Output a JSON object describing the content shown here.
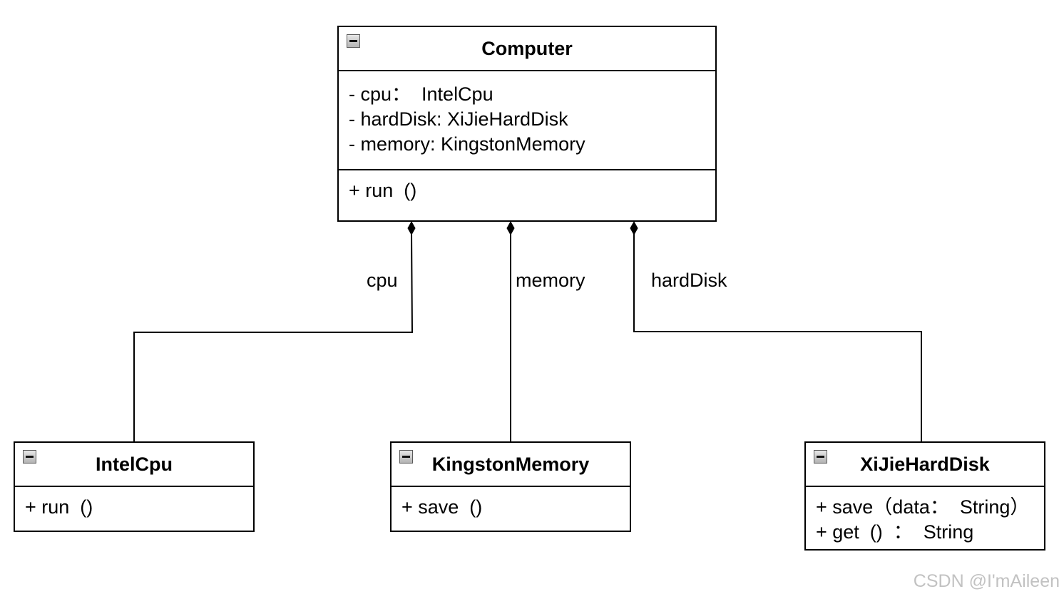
{
  "classes": {
    "computer": {
      "name": "Computer",
      "attributes": [
        "- cpu：  IntelCpu",
        "- hardDisk: XiJieHardDisk",
        "- memory: KingstonMemory"
      ],
      "operations": [
        "+ run  ()"
      ]
    },
    "intel_cpu": {
      "name": "IntelCpu",
      "operations": [
        "+ run  ()"
      ]
    },
    "kingston_memory": {
      "name": "KingstonMemory",
      "operations": [
        "+ save  ()"
      ]
    },
    "xijie_hard_disk": {
      "name": "XiJieHardDisk",
      "operations": [
        "+ save（data：  String）",
        "+ get  ()  ：  String"
      ]
    }
  },
  "relationships": [
    {
      "type": "composition",
      "whole": "Computer",
      "part": "IntelCpu",
      "label": "cpu"
    },
    {
      "type": "composition",
      "whole": "Computer",
      "part": "KingstonMemory",
      "label": "memory"
    },
    {
      "type": "composition",
      "whole": "Computer",
      "part": "XiJieHardDisk",
      "label": "hardDisk"
    }
  ],
  "watermark": "CSDN @I'mAileen",
  "colors": {
    "line": "#000000",
    "background": "#ffffff",
    "watermark": "#c2c2c2"
  }
}
